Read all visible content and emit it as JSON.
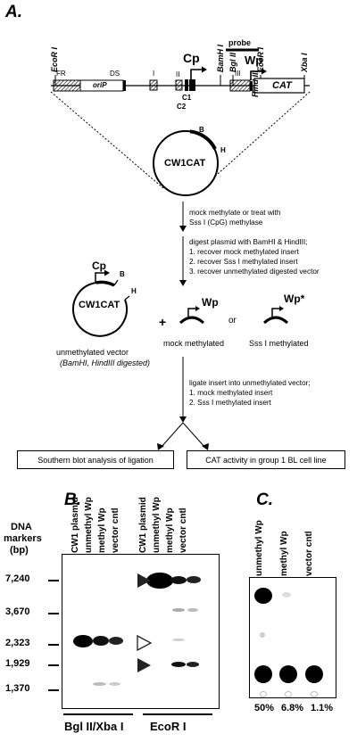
{
  "panel_a": {
    "label": "A.",
    "probe_label": "probe",
    "map_labels": {
      "ecor1_left": "EcoR I",
      "fr": "FR",
      "oriP": "oriP",
      "ds": "DS",
      "repeat_I": "I",
      "repeat_II": "II",
      "c1": "C1",
      "c2": "C2",
      "cp": "Cp",
      "bamh1": "BamH I",
      "bgl2": "Bgl II",
      "ecor1_right": "EcoR I",
      "repeat_III": "III",
      "wp": "Wp",
      "hind3": "Hind III",
      "cat": "CAT",
      "xba1": "Xba I"
    },
    "plasmid_name": "CW1CAT",
    "site_b": "B",
    "site_h": "H",
    "step1": [
      "mock methylate or treat with",
      "Sss I (CpG) methylase"
    ],
    "step2": [
      "digest plasmid with BamHI & HindIII;",
      "1. recover mock methylated insert",
      "2. recover Sss I methylated insert",
      "3. recover unmethylated digested vector"
    ],
    "vector": {
      "name": "CW1CAT",
      "cp": "Cp",
      "b": "B",
      "h": "H",
      "caption1": "unmethylated vector",
      "caption2": "(BamHI, HindIII digested)"
    },
    "plus": "+",
    "or": "or",
    "insert_mock": {
      "wp": "Wp",
      "caption": "mock methylated"
    },
    "insert_sss": {
      "wp": "Wp*",
      "caption": "Sss I methylated"
    },
    "step3": [
      "ligate insert into unmethylated vector;",
      "1. mock methylated insert",
      "2. Sss I methylated insert"
    ],
    "box_left": "Southern blot analysis of ligation",
    "box_right": "CAT activity in group 1 BL cell line"
  },
  "panel_b": {
    "label": "B.",
    "markers_title": [
      "DNA",
      "markers",
      "(bp)"
    ],
    "markers": [
      "7,240",
      "3,670",
      "2,323",
      "1,929",
      "1,370"
    ],
    "lanes": [
      "CW1 plasmid",
      "unmethyl Wp",
      "methyl Wp",
      "vector cntl",
      "CW1 plasmid",
      "unmethyl Wp",
      "methyl Wp",
      "vector cntl"
    ],
    "digest_left": "Bgl II/Xba I",
    "digest_right": "EcoR I"
  },
  "panel_c": {
    "label": "C.",
    "lanes": [
      "unmethyl Wp",
      "methyl Wp",
      "vector cntl"
    ],
    "percentages": [
      "50%",
      "6.8%",
      "1.1%"
    ]
  }
}
